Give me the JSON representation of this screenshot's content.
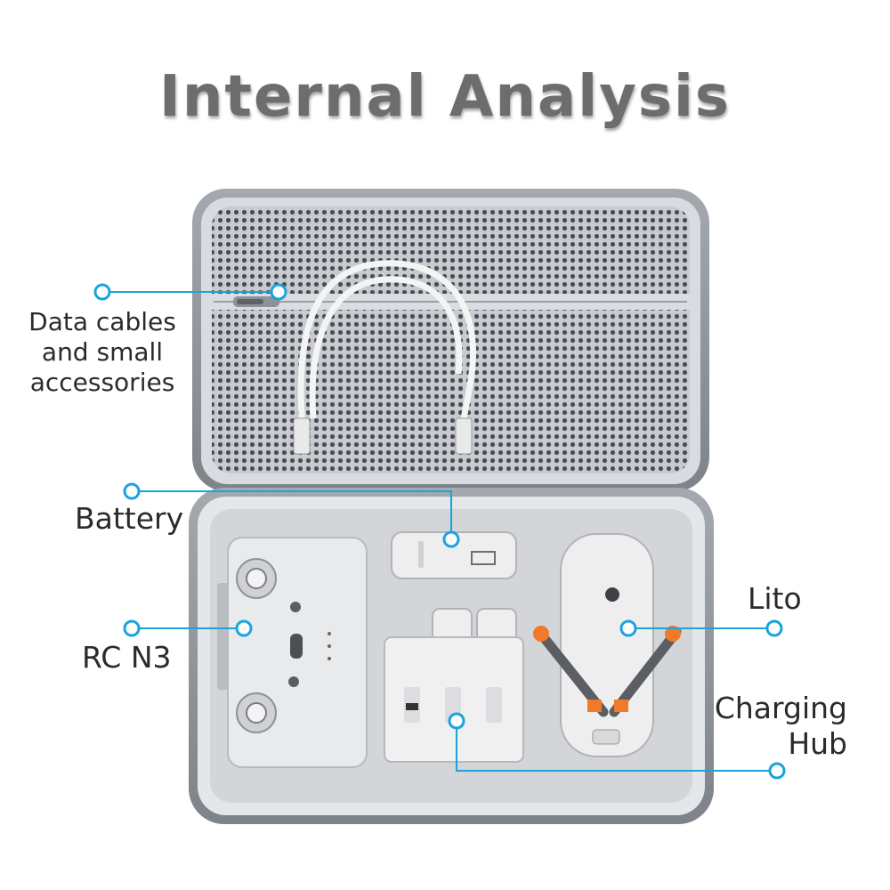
{
  "title": "Internal Analysis",
  "labels": {
    "cables_line1": "Data cables",
    "cables_line2": "and small",
    "cables_line3": "accessories",
    "battery": "Battery",
    "rc": "RC N3",
    "lito": "Lito",
    "hub_line1": "Charging",
    "hub_line2": "Hub"
  },
  "colors": {
    "accent": "#1aa3dc",
    "case_shell": "#8e9299",
    "mesh": "#bfc3c8",
    "foam": "#d9dadd",
    "device": "#e8e9ea",
    "propeller_accent": "#f07a2a"
  }
}
